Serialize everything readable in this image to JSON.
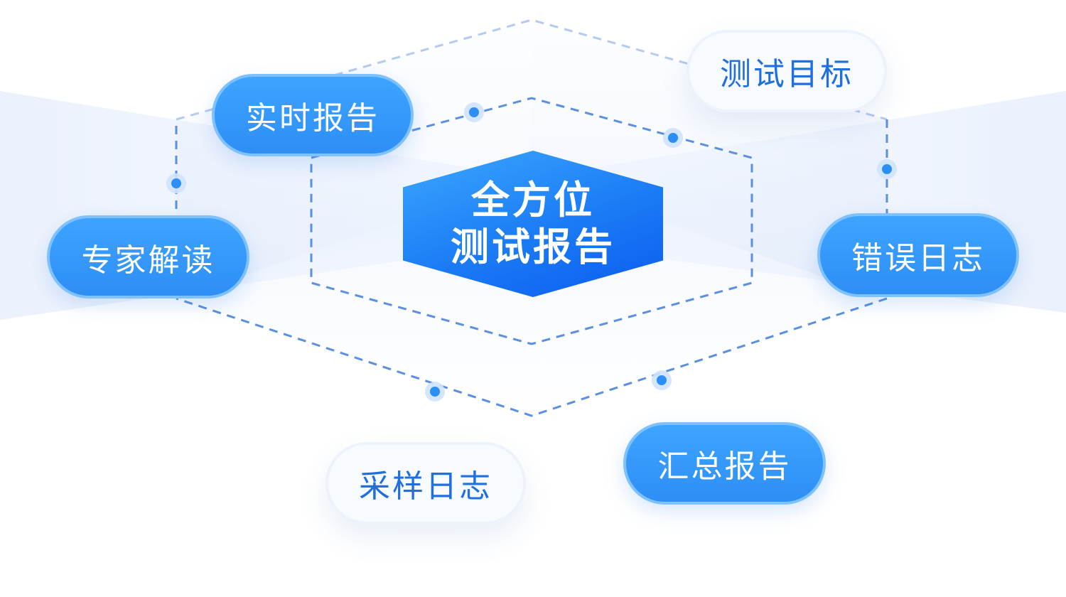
{
  "center": {
    "line1": "全方位",
    "line2": "测试报告"
  },
  "nodes": {
    "realtime_report": "实时报告",
    "test_goal": "测试目标",
    "expert_review": "专家解读",
    "error_log": "错误日志",
    "sampling_log": "采样日志",
    "summary_report": "汇总报告"
  },
  "colors": {
    "solid_blue": "#2d8ef5",
    "light_text_blue": "#1f6fe0",
    "connector_blue": "#5b8fe0",
    "dot_blue": "#2d8ef5"
  }
}
